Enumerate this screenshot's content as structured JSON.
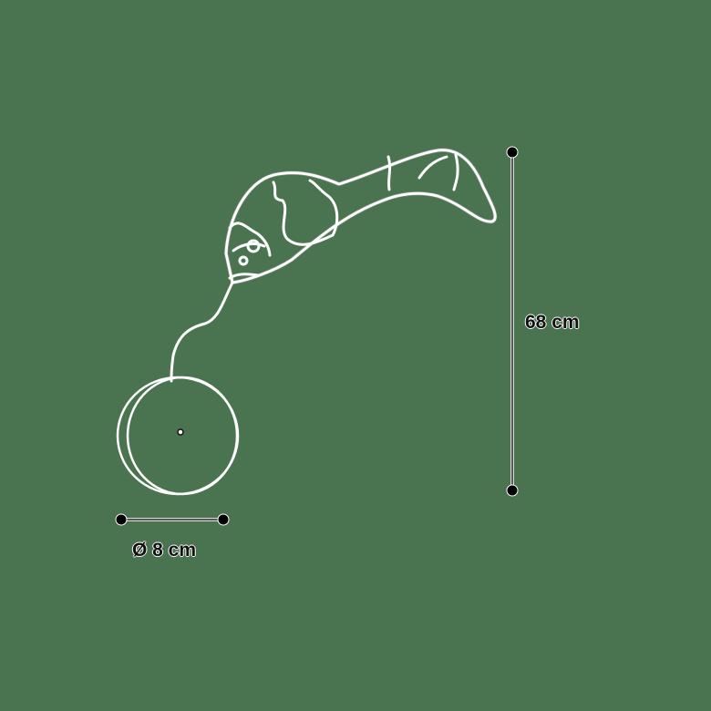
{
  "diagram": {
    "type": "product-dimension-drawing",
    "background_color": "#4a7350",
    "line_color": "#ffffff",
    "product_outline": "cat-toy-wand-with-feather-and-round-base",
    "dimensions": {
      "height": {
        "label": "68 cm",
        "orientation": "vertical"
      },
      "diameter": {
        "label": "Ø 8 cm",
        "orientation": "horizontal"
      }
    }
  }
}
